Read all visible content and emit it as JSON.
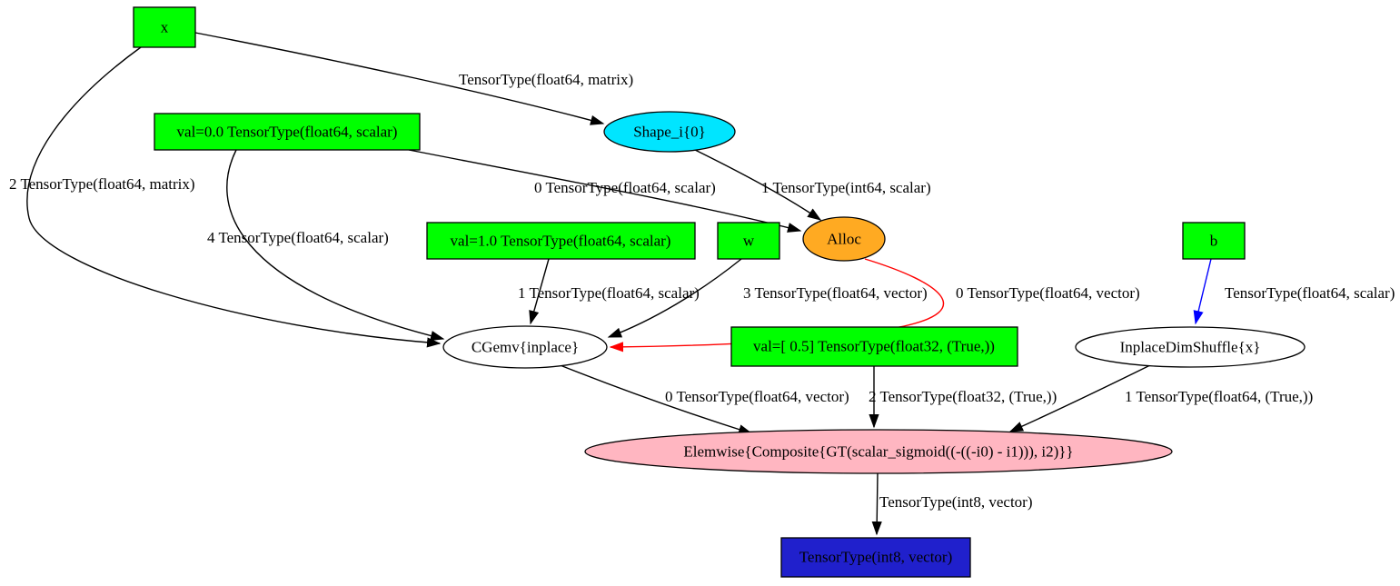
{
  "graph": {
    "kind": "theano-computation-graph",
    "background": "#ffffff"
  },
  "colors": {
    "constant_green": "#00ff00",
    "shape_cyan": "#00e5ff",
    "alloc_orange": "#ffaa22",
    "elemwise_pink": "#ffb6c1",
    "output_blue": "#2020cc",
    "op_white": "#ffffff",
    "edge_black": "#000000",
    "edge_red": "#ff0000",
    "edge_blue": "#0000ff"
  },
  "nodes": [
    {
      "id": "x",
      "label": "x",
      "shape": "box",
      "color": "#00ff00"
    },
    {
      "id": "val0",
      "label": "val=0.0 TensorType(float64, scalar)",
      "shape": "box",
      "color": "#00ff00"
    },
    {
      "id": "shape_i",
      "label": "Shape_i{0}",
      "shape": "ellipse",
      "color": "#00e5ff"
    },
    {
      "id": "val1",
      "label": "val=1.0 TensorType(float64, scalar)",
      "shape": "box",
      "color": "#00ff00"
    },
    {
      "id": "w",
      "label": "w",
      "shape": "box",
      "color": "#00ff00"
    },
    {
      "id": "alloc",
      "label": "Alloc",
      "shape": "ellipse",
      "color": "#ffaa22"
    },
    {
      "id": "b",
      "label": "b",
      "shape": "box",
      "color": "#00ff00"
    },
    {
      "id": "cgemv",
      "label": "CGemv{inplace}",
      "shape": "ellipse",
      "color": "#ffffff"
    },
    {
      "id": "val05",
      "label": "val=[ 0.5] TensorType(float32, (True,))",
      "shape": "box",
      "color": "#00ff00"
    },
    {
      "id": "dimshuffle",
      "label": "InplaceDimShuffle{x}",
      "shape": "ellipse",
      "color": "#ffffff"
    },
    {
      "id": "elemwise",
      "label": "Elemwise{Composite{GT(scalar_sigmoid((-((-i0) - i1))), i2)}}",
      "shape": "ellipse",
      "color": "#ffb6c1"
    },
    {
      "id": "output",
      "label": "TensorType(int8, vector)",
      "shape": "box",
      "color": "#2020cc"
    }
  ],
  "edges": [
    {
      "from": "x",
      "to": "shape_i",
      "label": "TensorType(float64, matrix)",
      "color": "#000000"
    },
    {
      "from": "x",
      "to": "cgemv",
      "label": "2 TensorType(float64, matrix)",
      "color": "#000000"
    },
    {
      "from": "val0",
      "to": "alloc",
      "label": "0 TensorType(float64, scalar)",
      "color": "#000000"
    },
    {
      "from": "val0",
      "to": "cgemv",
      "label": "4 TensorType(float64, scalar)",
      "color": "#000000"
    },
    {
      "from": "shape_i",
      "to": "alloc",
      "label": "1 TensorType(int64, scalar)",
      "color": "#000000"
    },
    {
      "from": "val1",
      "to": "cgemv",
      "label": "1 TensorType(float64, scalar)",
      "color": "#000000"
    },
    {
      "from": "w",
      "to": "cgemv",
      "label": "3 TensorType(float64, vector)",
      "color": "#000000"
    },
    {
      "from": "alloc",
      "to": "cgemv",
      "label": "0 TensorType(float64, vector)",
      "color": "#ff0000"
    },
    {
      "from": "b",
      "to": "dimshuffle",
      "label": "TensorType(float64, scalar)",
      "color": "#0000ff"
    },
    {
      "from": "cgemv",
      "to": "elemwise",
      "label": "0 TensorType(float64, vector)",
      "color": "#000000"
    },
    {
      "from": "val05",
      "to": "elemwise",
      "label": "2 TensorType(float32, (True,))",
      "color": "#000000"
    },
    {
      "from": "dimshuffle",
      "to": "elemwise",
      "label": "1 TensorType(float64, (True,))",
      "color": "#000000"
    },
    {
      "from": "elemwise",
      "to": "output",
      "label": "TensorType(int8, vector)",
      "color": "#000000"
    }
  ]
}
